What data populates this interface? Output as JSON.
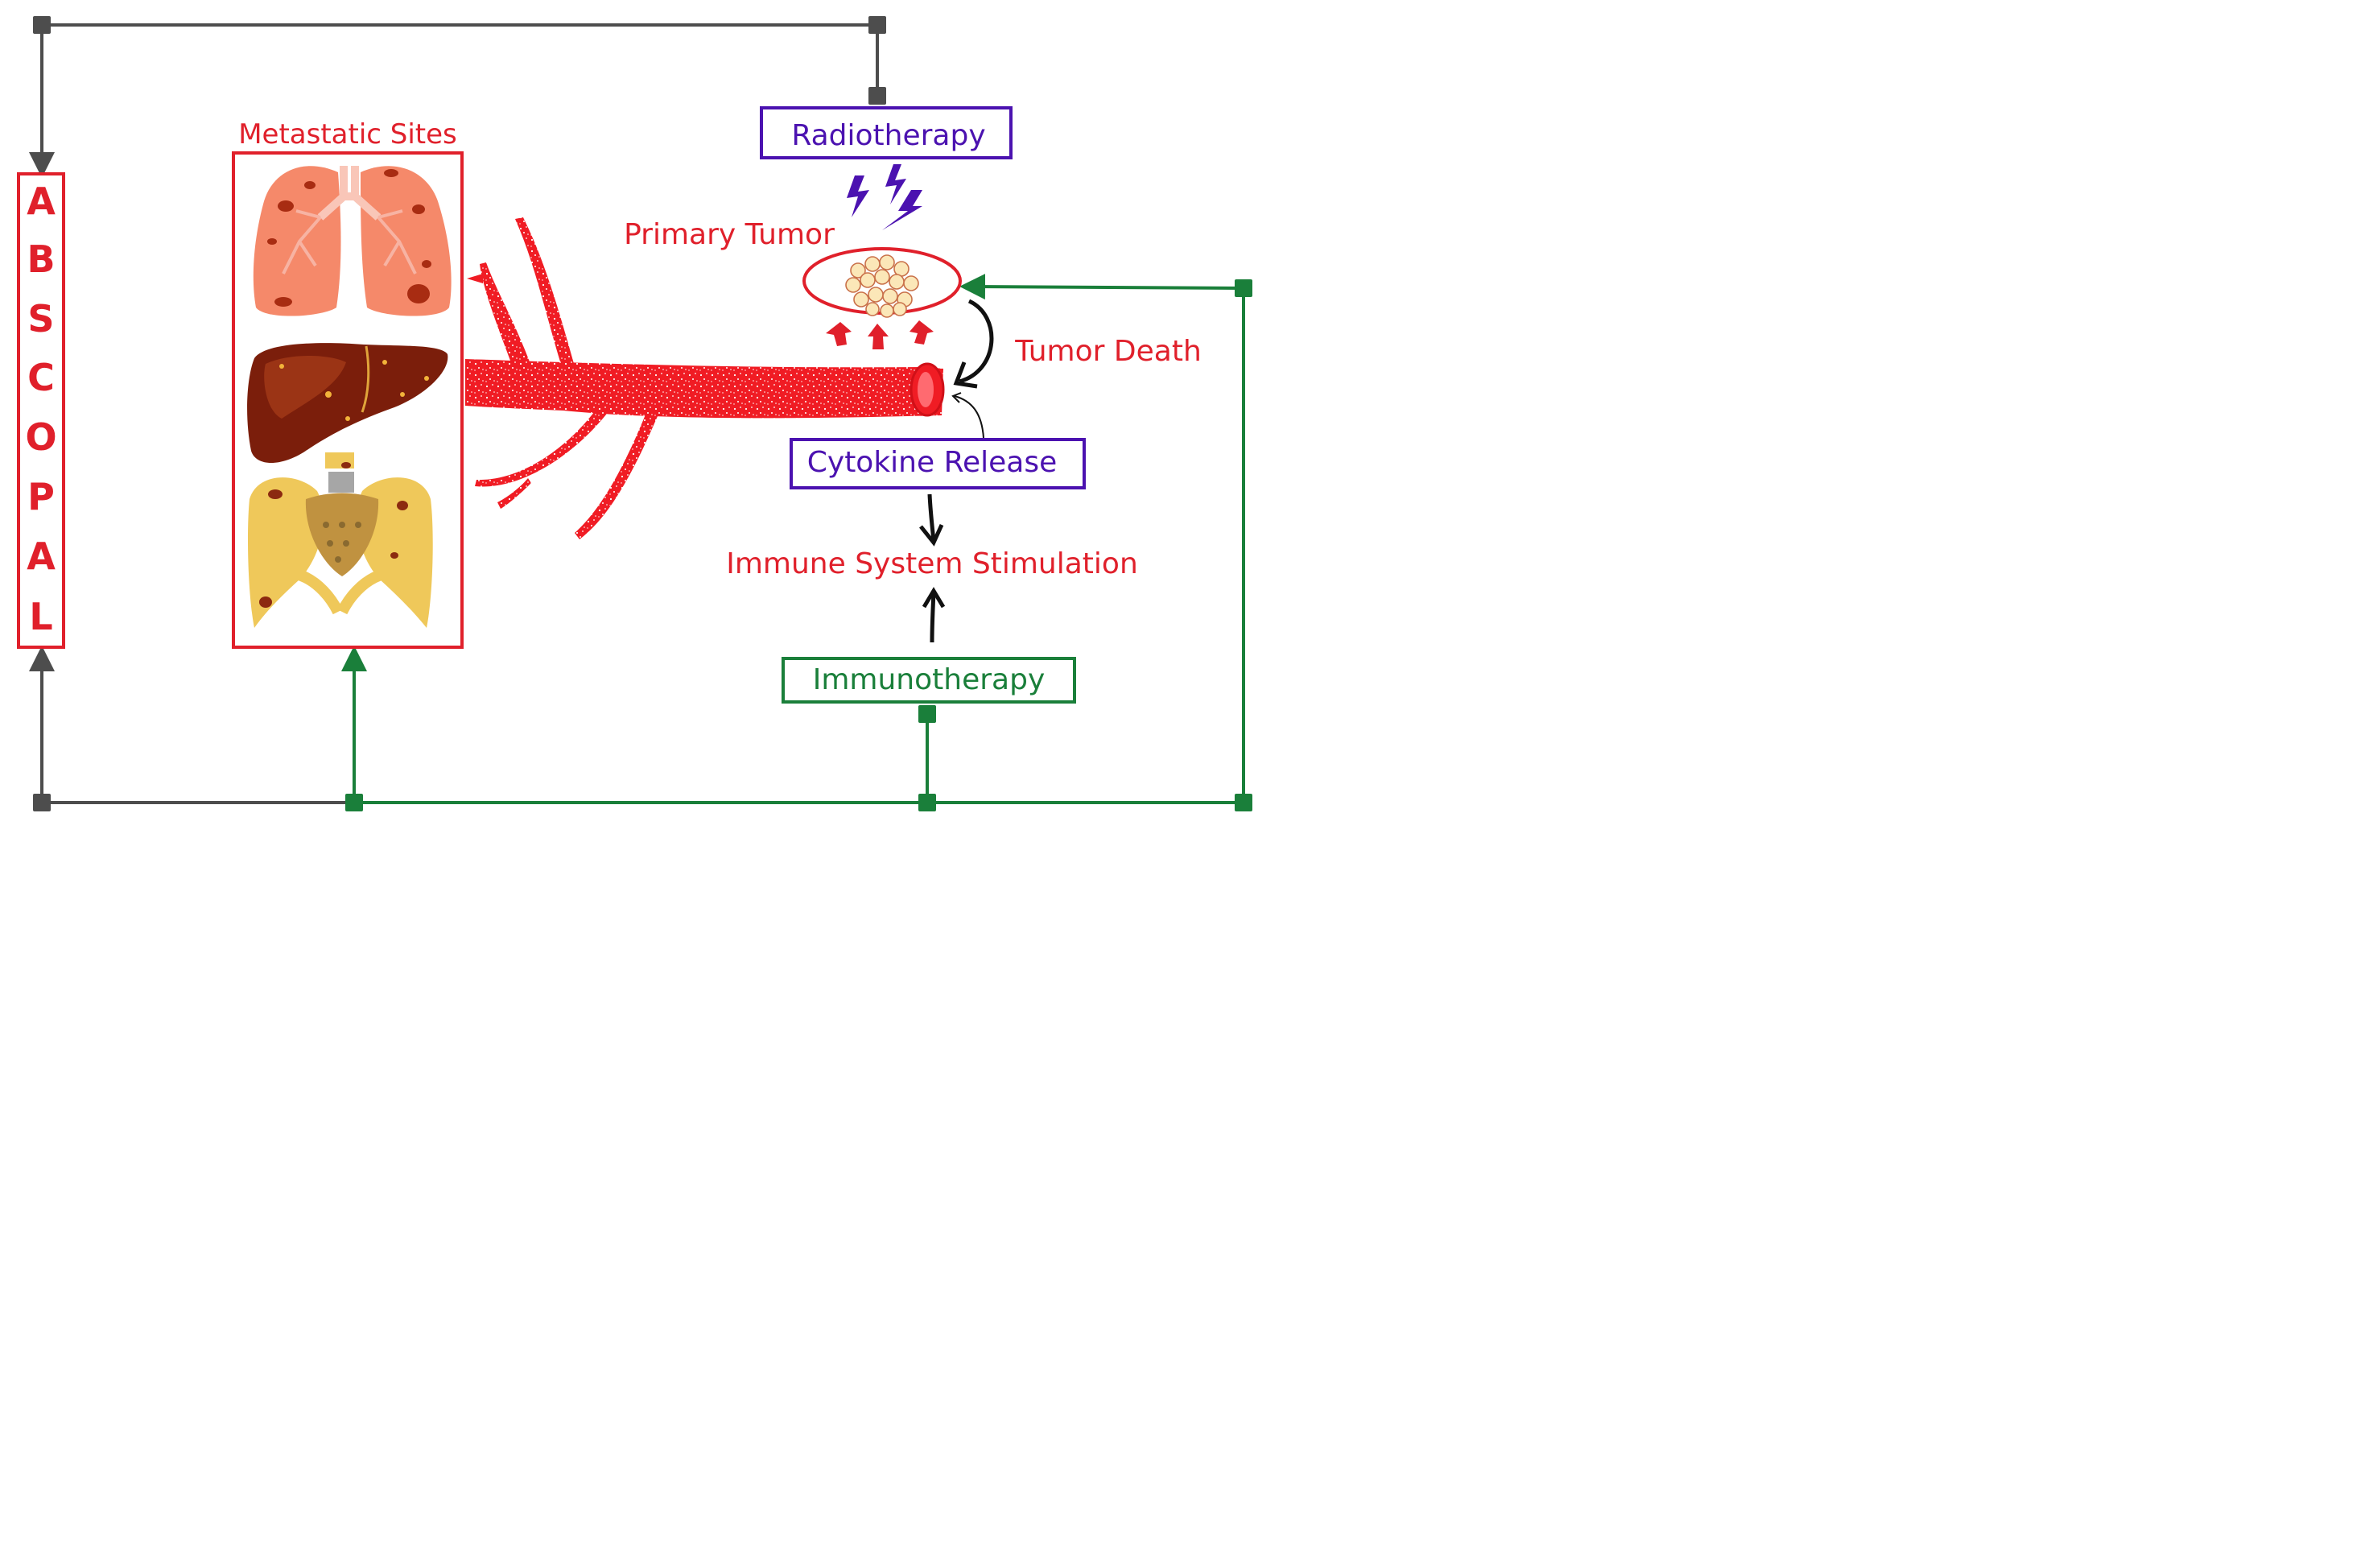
{
  "labels": {
    "abscopal_letters": [
      "A",
      "B",
      "S",
      "C",
      "O",
      "P",
      "A",
      "L"
    ],
    "metastatic_sites": "Metastatic Sites",
    "radiotherapy": "Radiotherapy",
    "primary_tumor": "Primary Tumor",
    "tumor_death": "Tumor Death",
    "cytokine_release": "Cytokine Release",
    "immune_stimulation": "Immune System Stimulation",
    "immunotherapy": "Immunotherapy"
  },
  "colors": {
    "red": "#e0202b",
    "purple": "#4b12b0",
    "green": "#1a7f3a",
    "gray": "#4d4d4d",
    "vessel": "#f01c24"
  },
  "icons": [
    "lungs-icon",
    "liver-icon",
    "pelvis-icon",
    "lightning-icon",
    "tumor-cells-icon",
    "blood-vessel-icon"
  ]
}
